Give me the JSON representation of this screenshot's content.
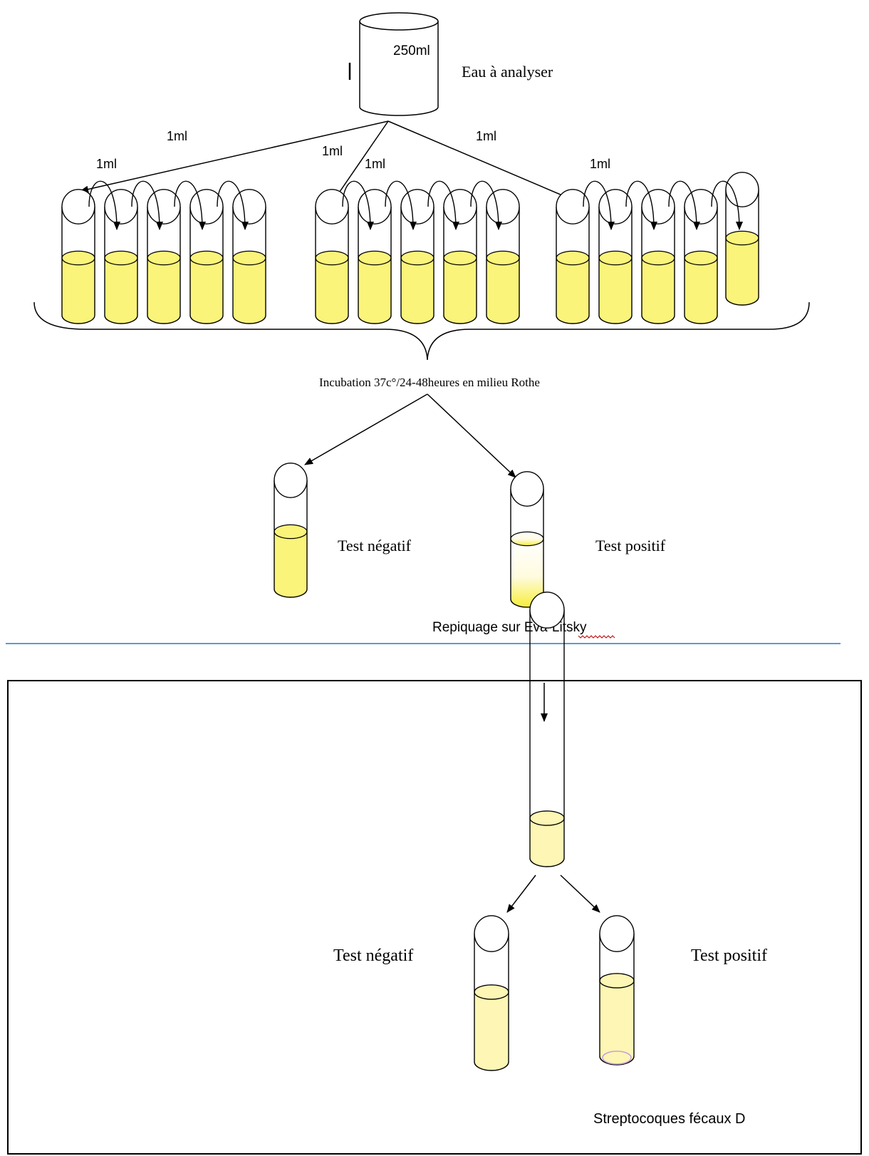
{
  "beaker": {
    "volume_label": "250ml",
    "caption": "Eau à analyser"
  },
  "transfers": {
    "group1_main": "1ml",
    "group1_serial": "1ml",
    "group2_main": "1ml",
    "group2_serial": "1ml",
    "group3_main": "1ml",
    "group3_serial": "1ml"
  },
  "incubation": {
    "caption": "Incubation 37c°/24-48heures en milieu Rothe"
  },
  "rothe_results": {
    "negative": "Test négatif",
    "positive": "Test positif",
    "next_step": "Repiquage sur Eva-Litsky"
  },
  "litsky_results": {
    "negative": "Test négatif",
    "positive": "Test  positif",
    "conclusion": "Streptocoques fécaux D"
  },
  "colors": {
    "medium": "#fbf47a",
    "medium_pale": "#fdf6b4",
    "separator": "#5b9bd5",
    "outline": "#000000"
  }
}
